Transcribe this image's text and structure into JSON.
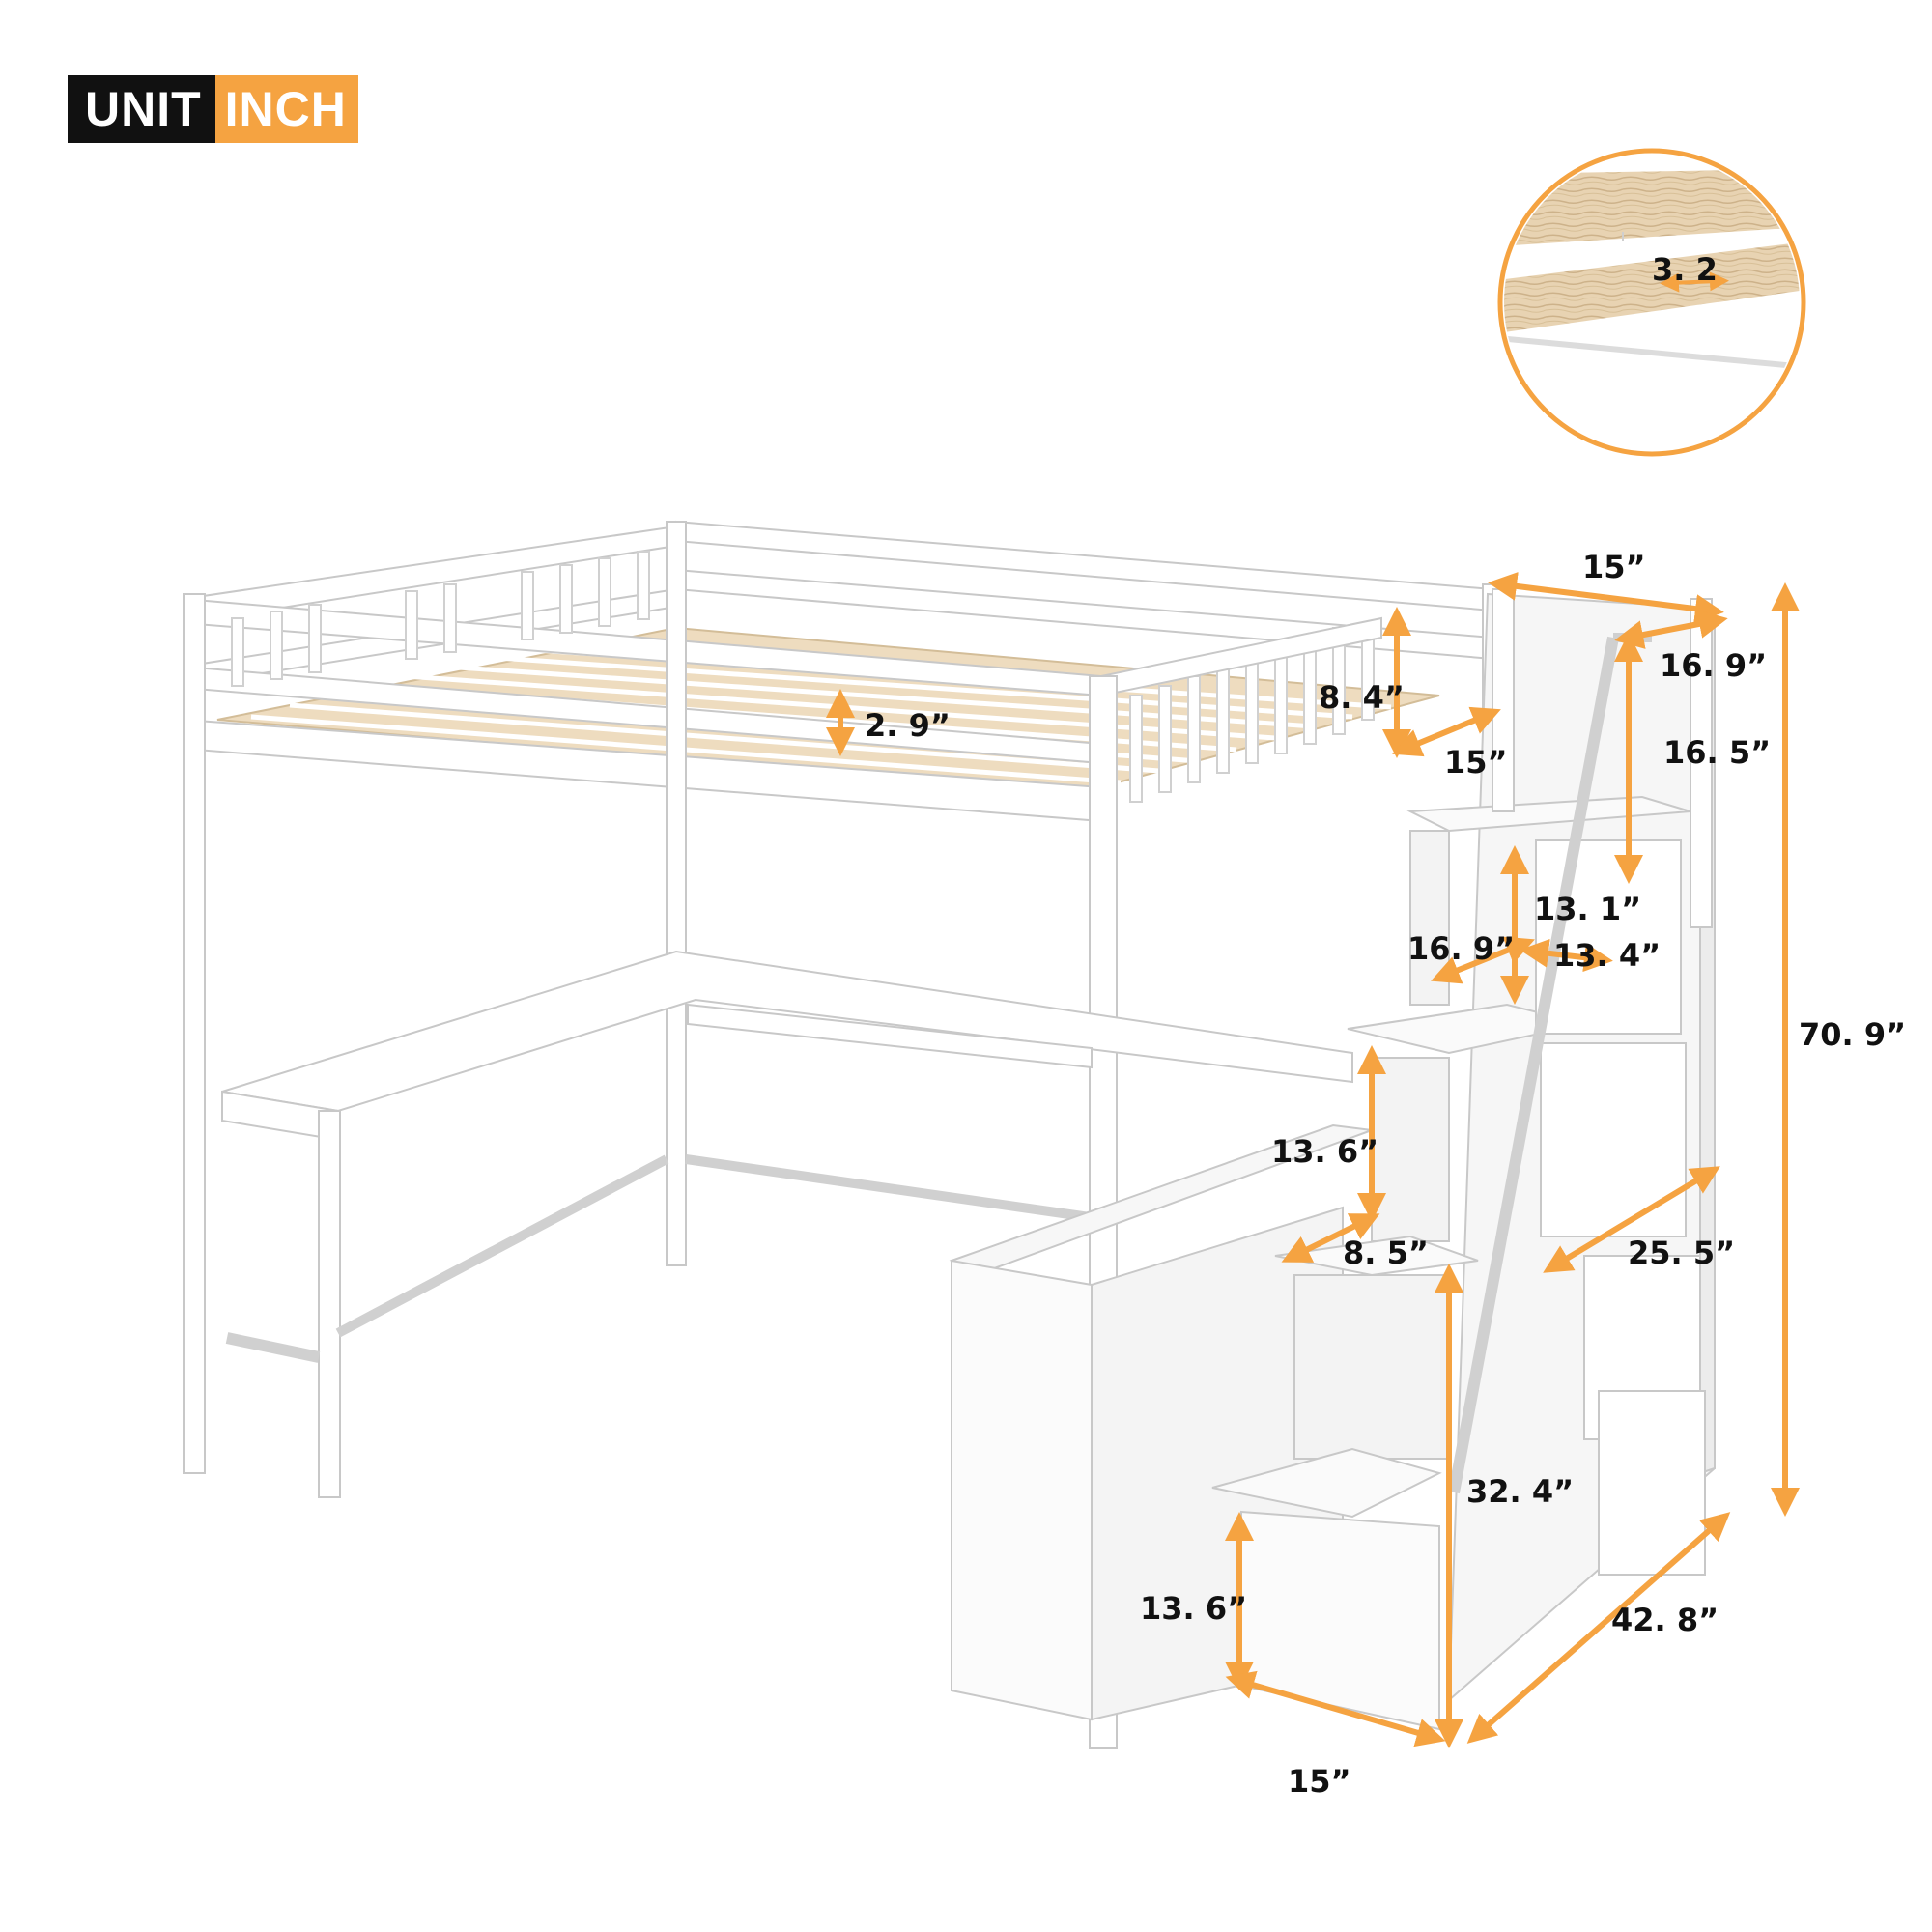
{
  "unit_badge": {
    "unit_label": "UNIT",
    "value_label": "INCH"
  },
  "accent_color": "#f5a341",
  "detail_callout": {
    "slat_gap": "3. 2"
  },
  "dimensions": {
    "rail_top_width": "15”",
    "rail_top_depth": "16. 9”",
    "rail_upper_height": "16. 5”",
    "guardrail_height": "8. 4”",
    "guardrail_gap": "15”",
    "slat_spacing": "2. 9”",
    "total_height": "70. 9”",
    "step_riser_upper": "13. 1”",
    "step_depth_upper": "16. 9”",
    "step_width_upper": "13. 4”",
    "step_riser_mid": "13. 6”",
    "step_depth_mid": "8. 5”",
    "cabinet_depth": "25. 5”",
    "stair_height": "32. 4”",
    "step_riser_low": "13. 6”",
    "stair_base_width": "15”",
    "stair_length": "42. 8”"
  }
}
